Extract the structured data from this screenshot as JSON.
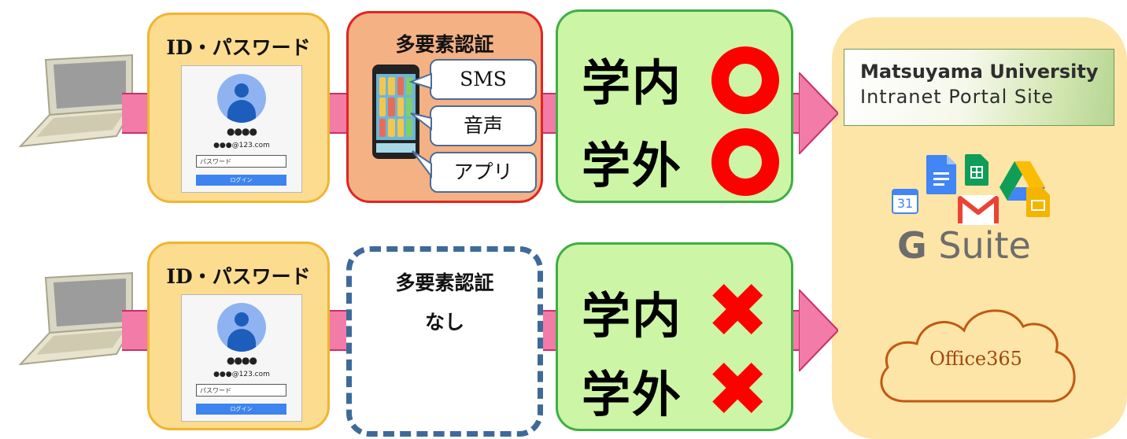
{
  "flows": [
    {
      "id_card": {
        "title": "ID・パスワード",
        "dots": "●●●●",
        "email": "●●●@123.com",
        "password_placeholder": "パスワード",
        "login_button": "ログイン"
      },
      "mfa": {
        "title": "多要素認証",
        "methods": [
          "SMS",
          "音声",
          "アプリ"
        ]
      },
      "result": {
        "on_campus": "学内",
        "off_campus": "学外",
        "on_campus_mark": "allowed-circle",
        "off_campus_mark": "allowed-circle"
      }
    },
    {
      "id_card": {
        "title": "ID・パスワード",
        "dots": "●●●●",
        "email": "●●●@123.com",
        "password_placeholder": "パスワード",
        "login_button": "ログイン"
      },
      "mfa": {
        "title": "多要素認証",
        "subtitle": "なし"
      },
      "result": {
        "on_campus": "学内",
        "off_campus": "学外",
        "on_campus_mark": "denied-cross",
        "off_campus_mark": "denied-cross",
        "cross_glyph": "✖"
      }
    }
  ],
  "services": {
    "portal_line1": "Matsuyama University",
    "portal_line2": "Intranet Portal Site",
    "gsuite_g": "G",
    "gsuite_rest": " Suite",
    "calendar_day": "31",
    "office": "Office365"
  },
  "colors": {
    "allowed": "#ff0000",
    "denied": "#ff0000",
    "connector": "#f27ba8",
    "result_bg": "#ccf5a5",
    "panel_bg": "#fde5a7"
  }
}
